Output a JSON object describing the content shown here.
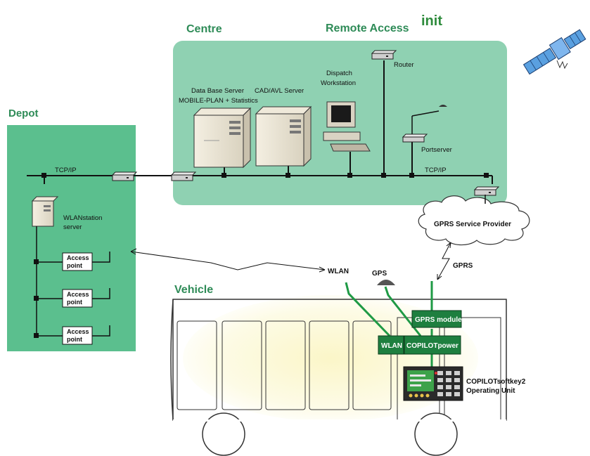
{
  "logo": {
    "text": "init",
    "color": "#2e8b3c"
  },
  "colors": {
    "region_green": "#8fd1b2",
    "depot_green": "#5bbf8e",
    "section_title": "#2e8b57",
    "module_green": "#1e7f3f",
    "wire_green": "#1f9a45",
    "bus_glow": "#f8f4c4"
  },
  "sections": {
    "centre": "Centre",
    "remote_access": "Remote Access",
    "depot": "Depot",
    "vehicle": "Vehicle"
  },
  "network": {
    "tcpip_depot": "TCP/IP",
    "tcpip_centre": "TCP/IP"
  },
  "centre": {
    "db_server_line1": "Data Base Server",
    "db_server_line2": "MOBILE-PLAN + Statistics",
    "cad_avl_server": "CAD/AVL Server",
    "dispatch_line1": "Dispatch",
    "dispatch_line2": "Workstation",
    "router": "Router",
    "portserver": "Portserver"
  },
  "depot": {
    "wlan_station_line1": "WLANstation",
    "wlan_station_line2": "server",
    "access_points": [
      {
        "line1": "Access",
        "line2": "point"
      },
      {
        "line1": "Access",
        "line2": "point"
      },
      {
        "line1": "Access",
        "line2": "point"
      }
    ]
  },
  "gprs_provider": "GPRS Service Provider",
  "wireless": {
    "wlan": "WLAN",
    "gps": "GPS",
    "gprs": "GPRS"
  },
  "vehicle": {
    "gprs_module": "GPRS module",
    "wlan_module": "WLAN",
    "copilot_power": "COPILOTpower",
    "operating_unit_line1": "COPILOTsoftkey2",
    "operating_unit_line2": "Operating Unit"
  },
  "icons": [
    "satellite-icon",
    "router-icon",
    "server-icon",
    "workstation-icon",
    "antenna-icon",
    "cloud-icon",
    "bus-icon",
    "operating-unit-icon",
    "lightning-icon"
  ]
}
